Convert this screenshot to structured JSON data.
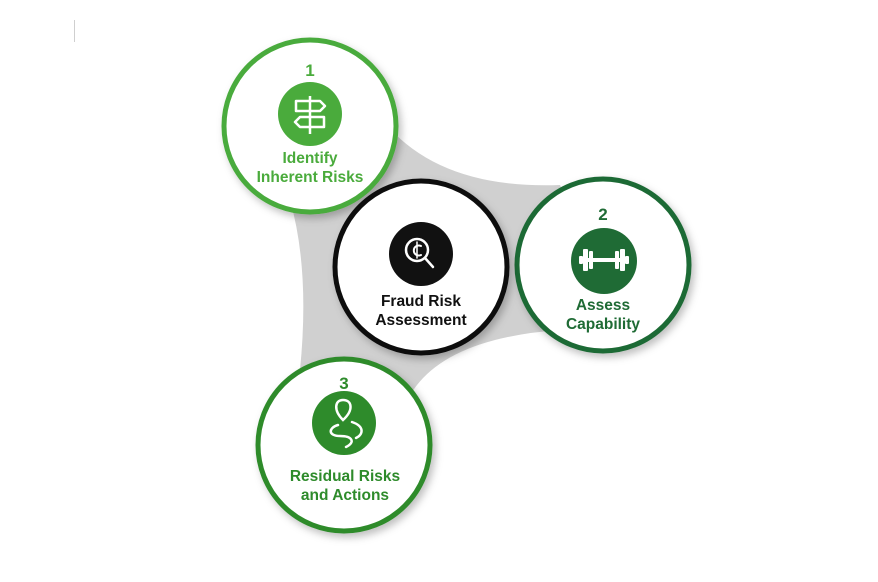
{
  "center": {
    "title": "Fraud Risk Assessment",
    "icon": "magnifier-cent-icon"
  },
  "steps": [
    {
      "number": "1",
      "title": "Identify Inherent Risks",
      "icon": "signpost-icon",
      "color": "#4aab3c"
    },
    {
      "number": "2",
      "title": "Assess Capability",
      "icon": "dumbbell-icon",
      "color": "#1f6b35"
    },
    {
      "number": "3",
      "title": "Residual Risks and Actions",
      "icon": "winding-path-icon",
      "color": "#2e8b2b"
    }
  ],
  "colors": {
    "connector": "#d0d0d0",
    "center_ring": "#111111",
    "text_dark": "#111111"
  }
}
